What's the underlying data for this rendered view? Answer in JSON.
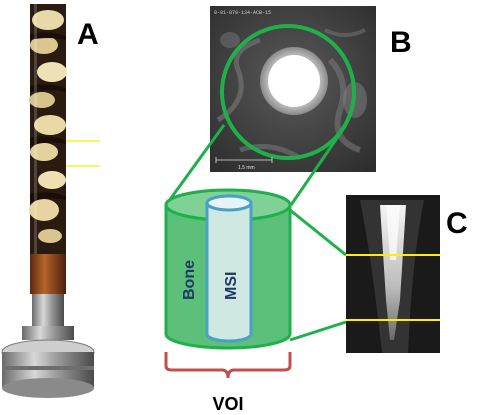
{
  "panels": {
    "a_label": "A",
    "b_label": "B",
    "c_label": "C"
  },
  "ct_slice": {
    "header_text": "0-01-870-134-ACB-15",
    "scale_text": "1.5 mm"
  },
  "cylinder": {
    "outer_label": "Bone",
    "inner_label": "MSI",
    "bracket_label": "VOI"
  },
  "colors": {
    "accent_green": "#1fb04b",
    "cylinder_fill": "#5cc07a",
    "inner_fill": "#cfe8e2",
    "inner_stroke": "#4a9fc6",
    "marker_yellow": "#ffee00",
    "bracket_red": "#c0504d",
    "label_navy": "#1f3864"
  }
}
